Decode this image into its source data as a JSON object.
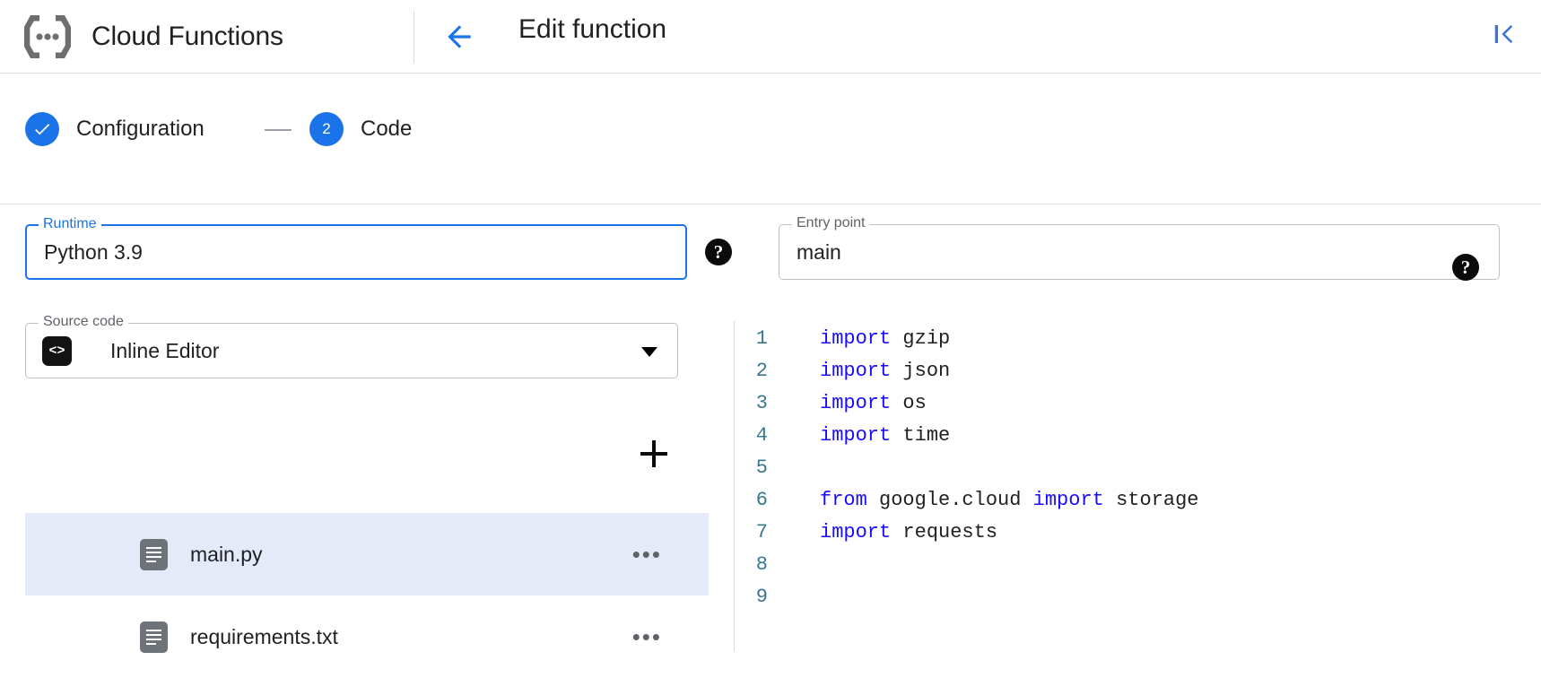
{
  "header": {
    "brand_title": "Cloud Functions",
    "logo_icon": "cloud-functions-logo",
    "back_icon": "arrow-left-icon",
    "page_title": "Edit function",
    "collapse_icon": "collapse-to-start-icon"
  },
  "stepper": {
    "steps": [
      {
        "number": "✓",
        "label": "Configuration",
        "state": "completed"
      },
      {
        "number": "2",
        "label": "Code",
        "state": "active"
      }
    ]
  },
  "form": {
    "runtime": {
      "label": "Runtime",
      "value": "Python 3.9",
      "focused": true,
      "caret_icon": "chevron-down-icon",
      "help_icon": "help-icon",
      "help_glyph": "?"
    },
    "entry_point": {
      "label": "Entry point",
      "value": "main",
      "placeholder": "Entry point",
      "help_icon": "help-icon",
      "help_glyph": "?"
    },
    "source_code": {
      "label": "Source code",
      "value": "Inline Editor",
      "chip_icon": "code-brackets-icon",
      "chip_glyph": "<>",
      "caret_icon": "chevron-down-icon"
    }
  },
  "files": {
    "add_label": "+",
    "add_icon": "add-file-icon",
    "menu_glyph": "•••",
    "items": [
      {
        "name": "main.py",
        "selected": true,
        "icon": "file-document-icon",
        "menu_icon": "more-options-icon"
      },
      {
        "name": "requirements.txt",
        "selected": false,
        "icon": "file-document-icon",
        "menu_icon": "more-options-icon"
      }
    ]
  },
  "editor": {
    "lines": [
      {
        "no": "1",
        "tokens": [
          {
            "t": "import",
            "c": "kw"
          },
          {
            "t": " gzip",
            "c": "tok"
          }
        ]
      },
      {
        "no": "2",
        "tokens": [
          {
            "t": "import",
            "c": "kw"
          },
          {
            "t": " json",
            "c": "tok"
          }
        ]
      },
      {
        "no": "3",
        "tokens": [
          {
            "t": "import",
            "c": "kw"
          },
          {
            "t": " os",
            "c": "tok"
          }
        ]
      },
      {
        "no": "4",
        "tokens": [
          {
            "t": "import",
            "c": "kw"
          },
          {
            "t": " time",
            "c": "tok"
          }
        ]
      },
      {
        "no": "5",
        "tokens": []
      },
      {
        "no": "6",
        "tokens": [
          {
            "t": "from",
            "c": "kw"
          },
          {
            "t": " google.cloud ",
            "c": "tok"
          },
          {
            "t": "import",
            "c": "kw"
          },
          {
            "t": " storage",
            "c": "tok"
          }
        ]
      },
      {
        "no": "7",
        "tokens": [
          {
            "t": "import",
            "c": "kw"
          },
          {
            "t": " requests",
            "c": "tok"
          }
        ]
      },
      {
        "no": "8",
        "tokens": []
      },
      {
        "no": "9",
        "tokens": []
      }
    ]
  },
  "colors": {
    "accent": "#1a73e8",
    "selected_row": "#e5eaf8",
    "line_number": "#39788c",
    "keyword": "#1a0dff",
    "border": "#bdc1c6"
  }
}
